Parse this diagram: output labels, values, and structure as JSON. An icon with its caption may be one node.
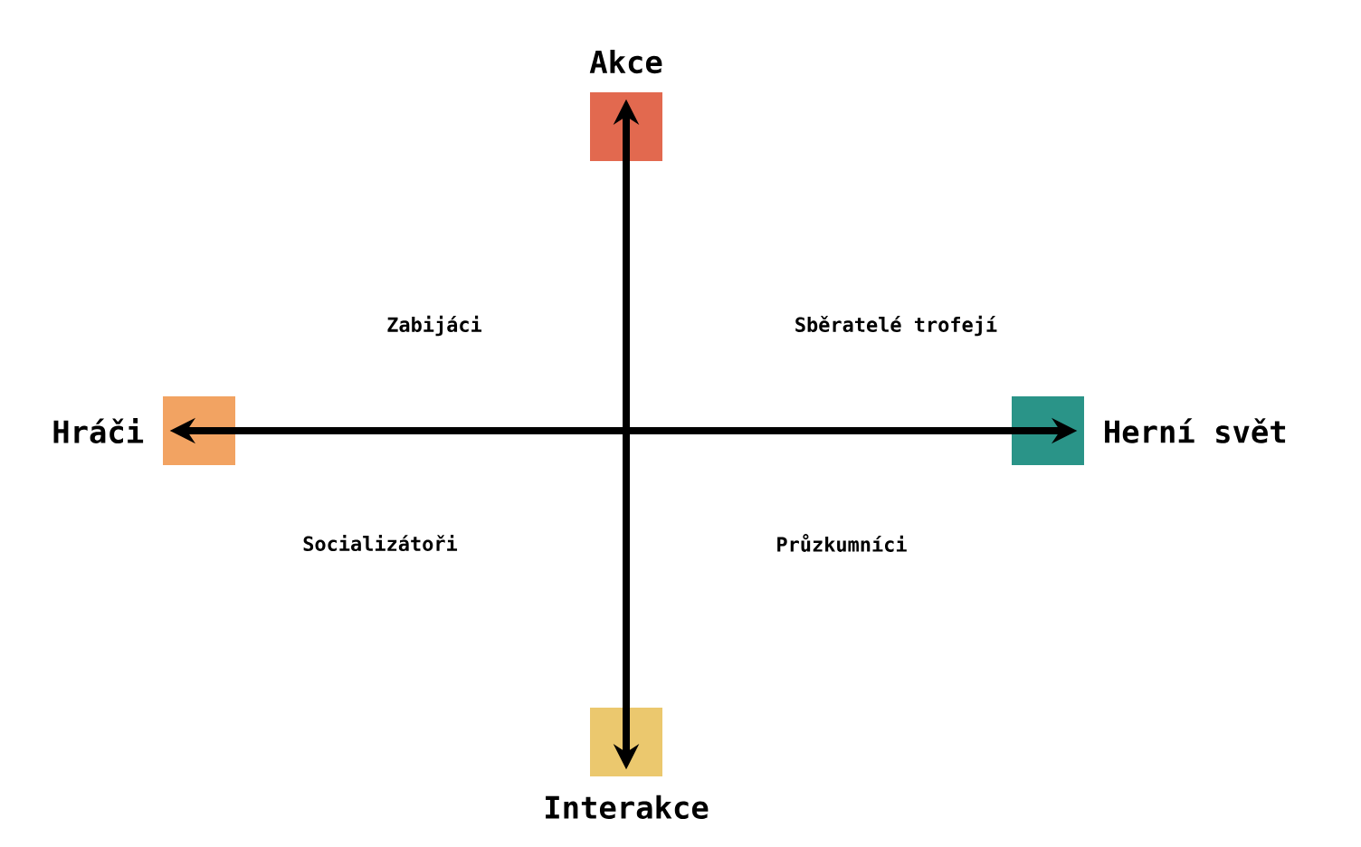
{
  "diagram": {
    "nodes": [
      {
        "text": [
          "Akce"
        ]
      },
      {
        "text": [
          "Interakce"
        ]
      },
      {
        "text": [
          "Hráči"
        ]
      },
      {
        "text": [
          "Herní svět"
        ]
      }
    ],
    "edges": [
      {
        "from": 0,
        "to": 1,
        "arrow": "both"
      },
      {
        "from": 2,
        "to": 3,
        "arrow": "both"
      }
    ],
    "labels": [
      "Zabijáci",
      "Sběratelé trofejí",
      "Socializátoři",
      "Průzkumníci"
    ]
  }
}
